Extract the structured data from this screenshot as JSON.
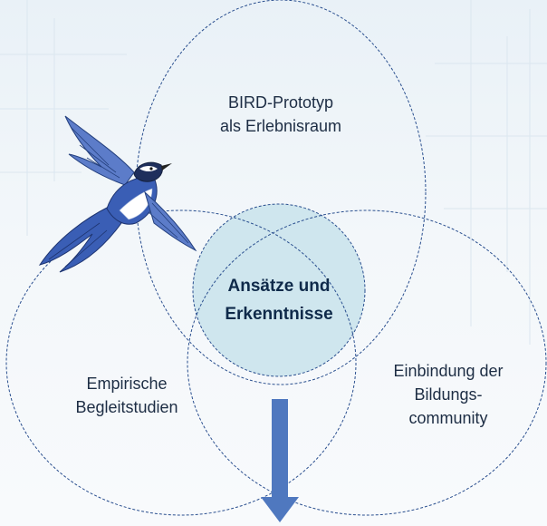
{
  "diagram": {
    "circles": {
      "top": "BIRD-Prototyp\nals Erlebnisraum",
      "left": "Empirische\nBegleitstudien",
      "right": "Einbindung der\nBildungs-\ncommunity",
      "center": "Ansätze und\nErkenntnisse"
    },
    "colors": {
      "outline": "#2a4f8f",
      "center_fill": "#cfe6ee",
      "arrow": "#4f78bf",
      "bird_body": "#3a5eb5"
    },
    "icons": [
      "bird-icon",
      "arrow-down-icon"
    ]
  }
}
